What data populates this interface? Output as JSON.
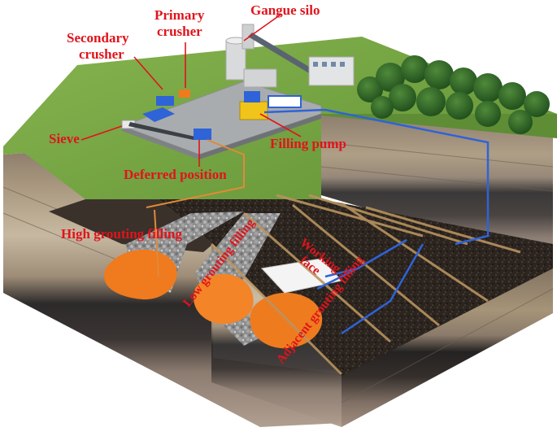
{
  "labels": {
    "gangue_silo": "Gangue silo",
    "primary_crusher_line1": "Primary",
    "primary_crusher_line2": "crusher",
    "secondary_crusher_line1": "Secondary",
    "secondary_crusher_line2": "crusher",
    "sieve": "Sieve",
    "filling_pump": "Filling pump",
    "deferred_position": "Deferred position",
    "high_grouting_filling": "High grouting filling",
    "low_grouting_filling": "Low grouting filling",
    "working_face_line1": "Working",
    "working_face_line2": "face",
    "adjacent_grouting_filling": "Adjacent grouting filling"
  },
  "colors": {
    "label": "#e0141b",
    "grass": "#6d9e3b",
    "pipe": "#2f63d8",
    "grout": "#f07a1e",
    "coal": "#2b241f",
    "pad": "#a9acae"
  }
}
